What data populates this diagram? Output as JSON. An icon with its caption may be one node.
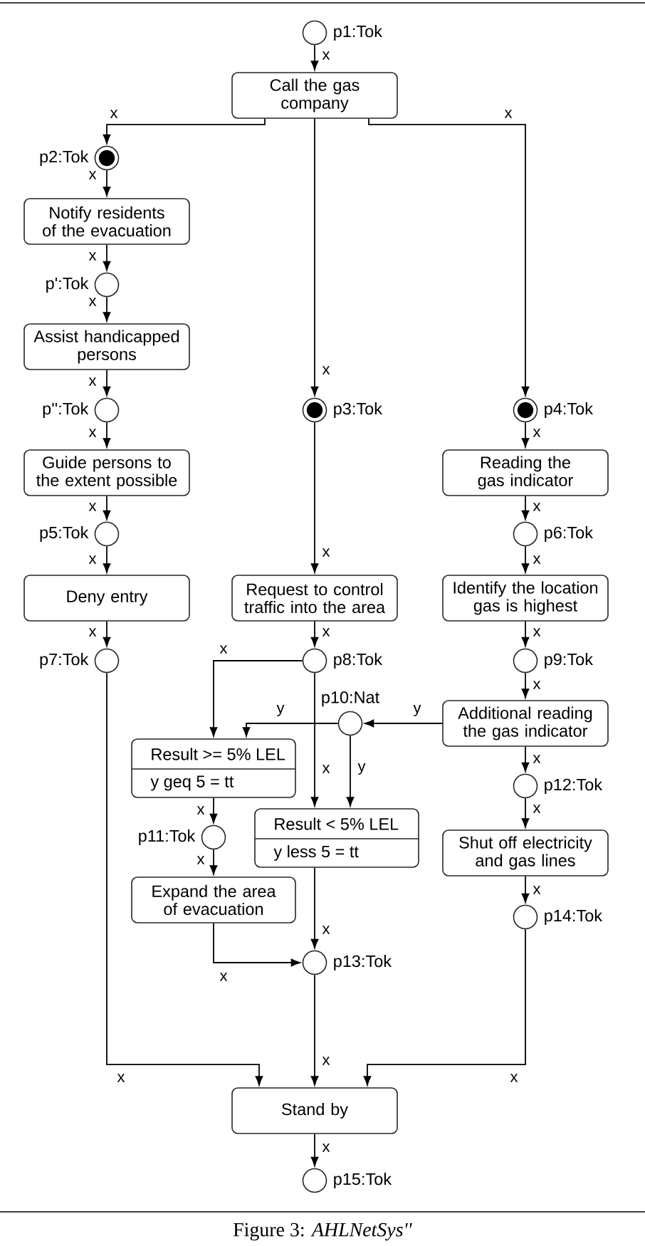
{
  "diagram": {
    "caption": "Figure 3: *AHLNetSys''*",
    "nodes": [
      {
        "text": [],
        "shape": "circle",
        "beside": [
          "p1:Tok"
        ]
      },
      {
        "text": [
          "Call the gas company"
        ]
      },
      {
        "text": [],
        "shape": "circle",
        "beside": [
          "p2:Tok"
        ]
      },
      {
        "text": [
          "Notify residents of the evacuation"
        ]
      },
      {
        "text": [],
        "shape": "circle",
        "beside": [
          "p':Tok"
        ]
      },
      {
        "text": [
          "Assist handicapped persons"
        ]
      },
      {
        "text": [],
        "shape": "circle",
        "beside": [
          "p'':Tok"
        ]
      },
      {
        "text": [],
        "shape": "circle",
        "beside": [
          "p3:Tok"
        ]
      },
      {
        "text": [],
        "shape": "circle",
        "beside": [
          "p4:Tok"
        ]
      },
      {
        "text": [
          "Guide persons to the extent possible"
        ]
      },
      {
        "text": [
          "Reading the gas indicator"
        ]
      },
      {
        "text": [],
        "shape": "circle",
        "beside": [
          "p5:Tok"
        ]
      },
      {
        "text": [],
        "shape": "circle",
        "beside": [
          "p6:Tok"
        ]
      },
      {
        "text": [
          "Deny entry"
        ]
      },
      {
        "text": [
          "Request to control traffic into the area"
        ]
      },
      {
        "text": [
          "Identify the location gas is highest"
        ]
      },
      {
        "text": [],
        "shape": "circle",
        "beside": [
          "p7:Tok"
        ]
      },
      {
        "text": [],
        "shape": "circle",
        "beside": [
          "p8:Tok"
        ]
      },
      {
        "text": [],
        "shape": "circle",
        "beside": [
          "p9:Tok"
        ]
      },
      {
        "text": [],
        "shape": "circle",
        "beside": [
          "p10:Nat"
        ]
      },
      {
        "text": [
          "Additional reading the gas indicator"
        ]
      },
      {
        "text": [
          "Result >= 5% LEL",
          "y geq 5 = tt"
        ]
      },
      {
        "text": [],
        "shape": "circle",
        "beside": [
          "p12:Tok"
        ]
      },
      {
        "text": [
          "Result < 5% LEL",
          "y less 5 = tt"
        ]
      },
      {
        "text": [],
        "shape": "circle",
        "beside": [
          "p11:Tok"
        ]
      },
      {
        "text": [
          "Shut off electricity and gas lines"
        ]
      },
      {
        "text": [
          "Expand the area of evacuation"
        ]
      },
      {
        "text": [],
        "shape": "circle",
        "beside": [
          "p14:Tok"
        ]
      },
      {
        "text": [],
        "shape": "circle",
        "beside": [
          "p13:Tok"
        ]
      },
      {
        "text": [
          "Stand by"
        ]
      },
      {
        "text": [],
        "shape": "circle",
        "beside": [
          "p15:Tok"
        ]
      }
    ],
    "edges": [
      {
        "from": 0,
        "to": 1,
        "arrow": "to",
        "label": "x"
      },
      {
        "from": 1,
        "to": 2,
        "arrow": "to",
        "label": "x"
      },
      {
        "from": 1,
        "to": 7,
        "arrow": "to",
        "label": "x"
      },
      {
        "from": 1,
        "to": 8,
        "arrow": "to",
        "label": "x"
      },
      {
        "from": 2,
        "to": 3,
        "arrow": "to",
        "label": "x"
      },
      {
        "from": 3,
        "to": 4,
        "arrow": "to",
        "label": "x"
      },
      {
        "from": 4,
        "to": 5,
        "arrow": "to",
        "label": "x"
      },
      {
        "from": 5,
        "to": 6,
        "arrow": "to",
        "label": "x"
      },
      {
        "from": 6,
        "to": 9,
        "arrow": "to",
        "label": "x"
      },
      {
        "from": 9,
        "to": 11,
        "arrow": "to",
        "label": "x"
      },
      {
        "from": 11,
        "to": 13,
        "arrow": "to",
        "label": "x"
      },
      {
        "from": 13,
        "to": 16,
        "arrow": "to",
        "label": "x"
      },
      {
        "from": 16,
        "to": 29,
        "arrow": "to",
        "label": "x"
      },
      {
        "from": 7,
        "to": 14,
        "arrow": "to",
        "label": "x"
      },
      {
        "from": 14,
        "to": 17,
        "arrow": "to",
        "label": "x"
      },
      {
        "from": 17,
        "to": 21,
        "arrow": "to",
        "label": "x"
      },
      {
        "from": 17,
        "to": 23,
        "arrow": "to",
        "label": "x"
      },
      {
        "from": 20,
        "to": 19,
        "arrow": "to",
        "label": "y"
      },
      {
        "from": 19,
        "to": 21,
        "arrow": "to",
        "label": "y"
      },
      {
        "from": 19,
        "to": 23,
        "arrow": "to",
        "label": "y"
      },
      {
        "from": 21,
        "to": 24,
        "arrow": "to",
        "label": "x"
      },
      {
        "from": 24,
        "to": 26,
        "arrow": "to",
        "label": "x"
      },
      {
        "from": 26,
        "to": 28,
        "arrow": "to",
        "label": "x"
      },
      {
        "from": 23,
        "to": 28,
        "arrow": "to",
        "label": "x"
      },
      {
        "from": 28,
        "to": 29,
        "arrow": "to",
        "label": "x"
      },
      {
        "from": 29,
        "to": 30,
        "arrow": "to",
        "label": "x"
      },
      {
        "from": 8,
        "to": 10,
        "arrow": "to",
        "label": "x"
      },
      {
        "from": 10,
        "to": 12,
        "arrow": "to",
        "label": "x"
      },
      {
        "from": 12,
        "to": 15,
        "arrow": "to",
        "label": "x"
      },
      {
        "from": 15,
        "to": 18,
        "arrow": "to",
        "label": "x"
      },
      {
        "from": 18,
        "to": 20,
        "arrow": "to",
        "label": "x"
      },
      {
        "from": 20,
        "to": 22,
        "arrow": "to",
        "label": "x"
      },
      {
        "from": 22,
        "to": 25,
        "arrow": "to",
        "label": "x"
      },
      {
        "from": 25,
        "to": 27,
        "arrow": "to",
        "label": "x"
      },
      {
        "from": 27,
        "to": 29,
        "arrow": "to",
        "label": "x"
      }
    ]
  }
}
